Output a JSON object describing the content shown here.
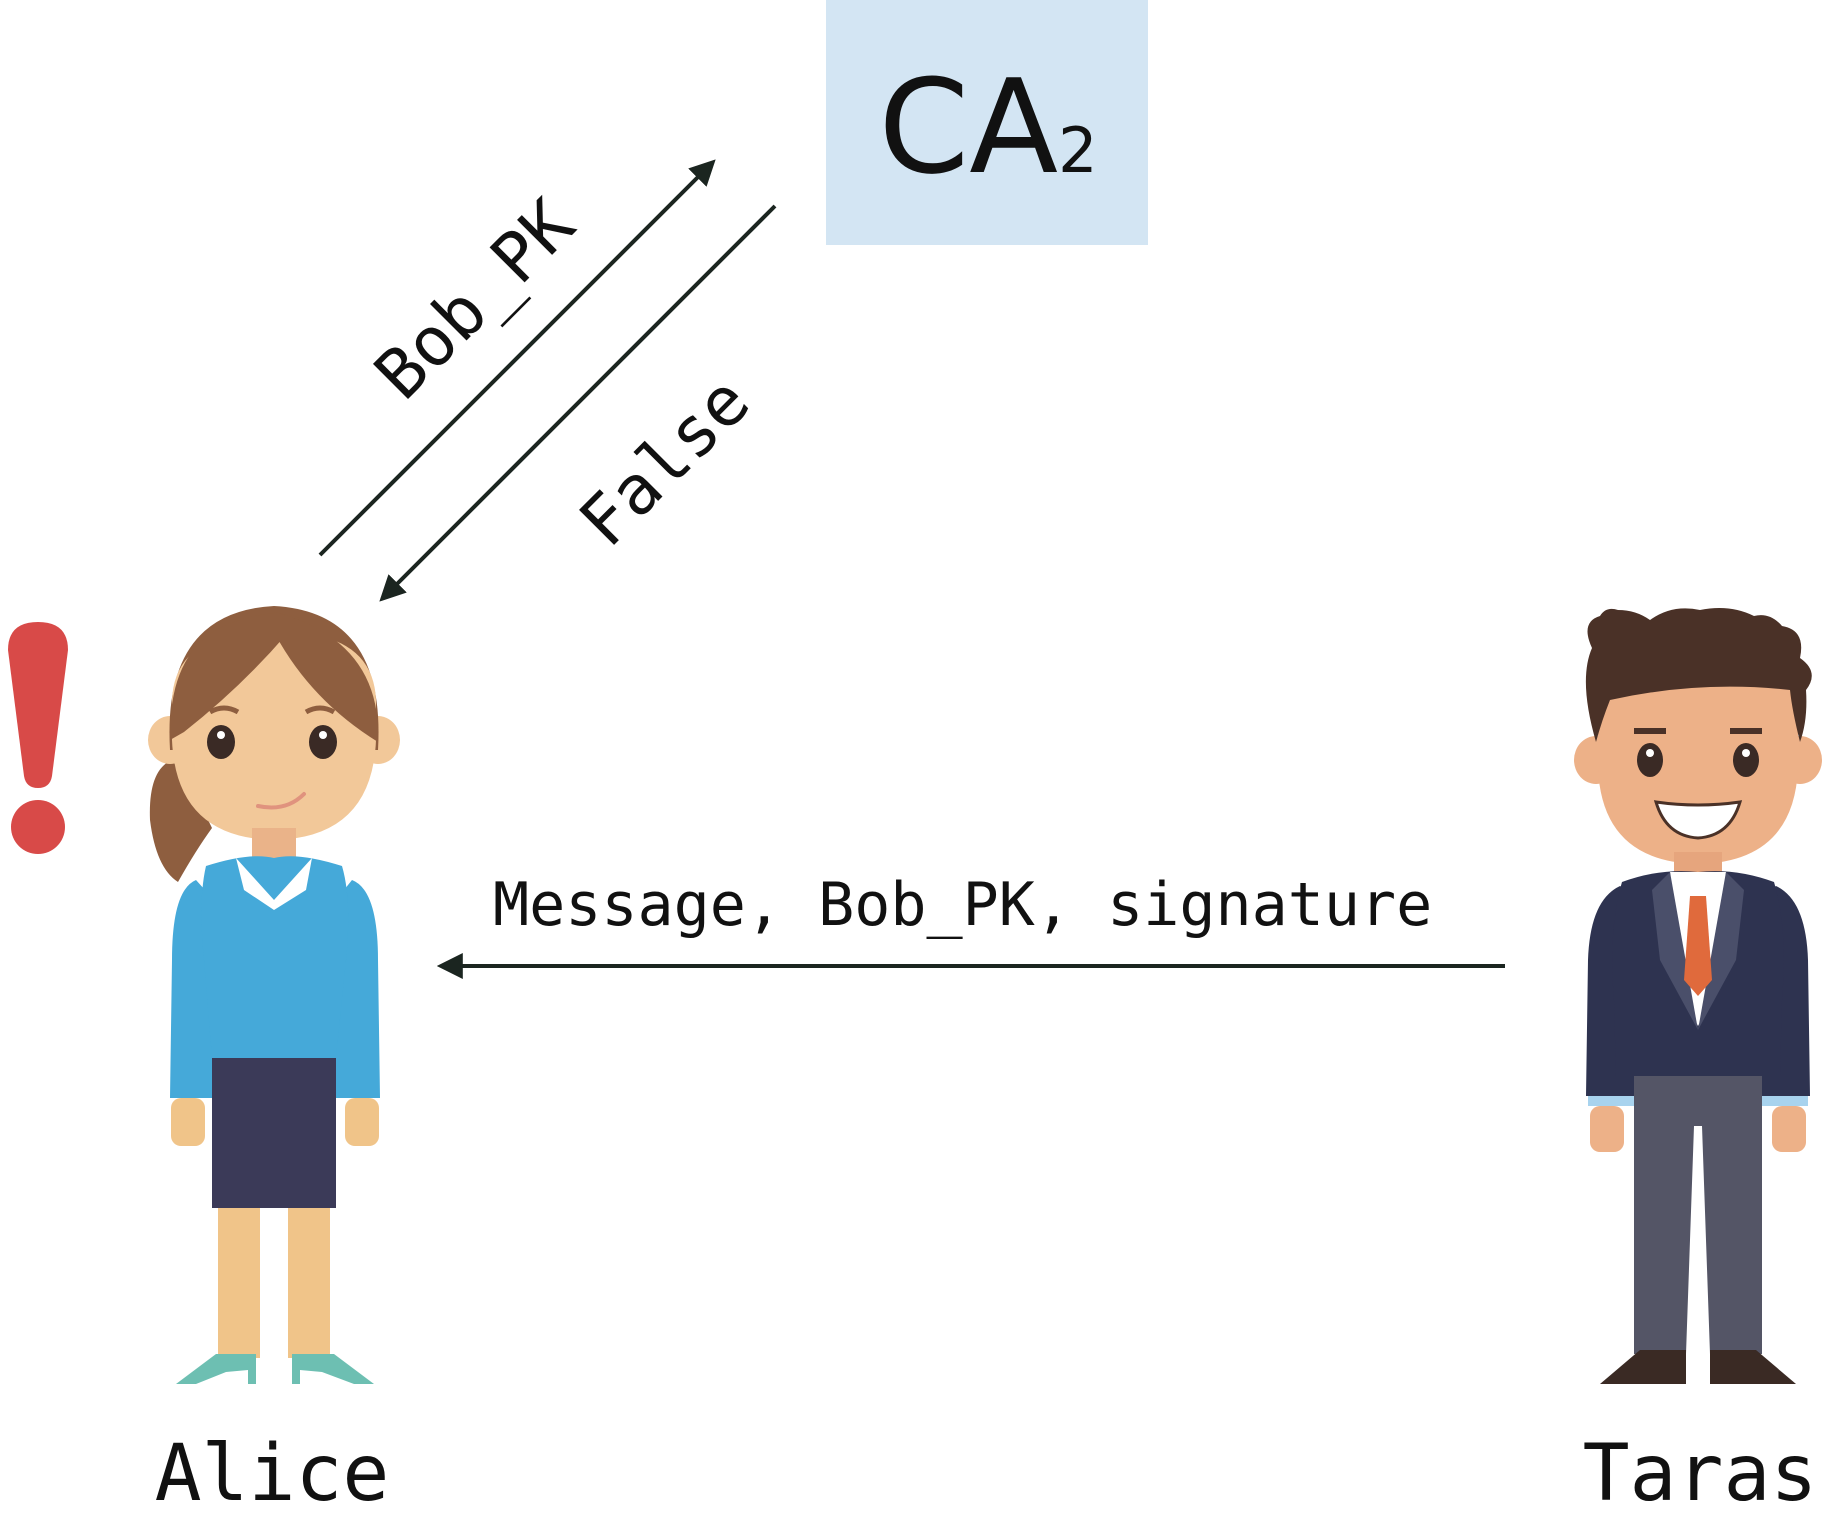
{
  "ca": {
    "name": "CA",
    "subscript": "2",
    "box_color": "#d3e5f3"
  },
  "arrows": {
    "request_label": "Bob_PK",
    "response_label": "False",
    "message_label": "Message, Bob_PK, signature"
  },
  "alice": {
    "name": "Alice",
    "alert_mark": "!",
    "alert_color": "#d84a48"
  },
  "taras": {
    "name": "Taras"
  },
  "colors": {
    "arrow": "#1b2520",
    "text": "#111111"
  }
}
